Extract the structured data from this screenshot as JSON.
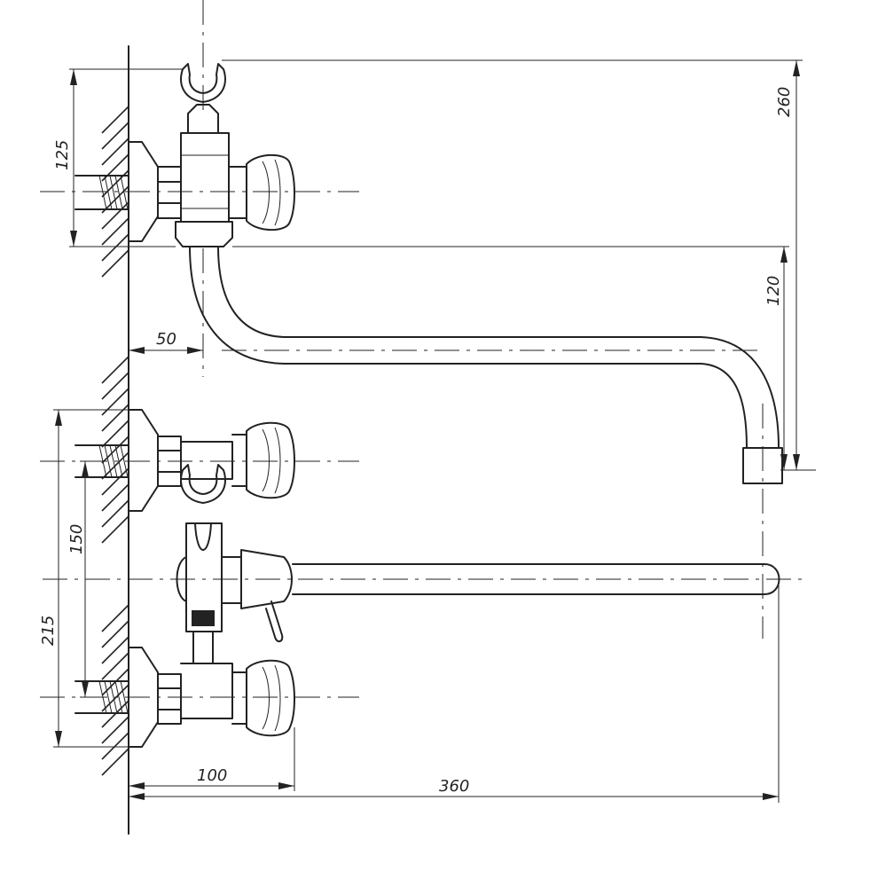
{
  "dimensions": {
    "overall_height": "260",
    "inlet_spacing_top": "125",
    "spout_drop": "120",
    "spout_offset": "50",
    "inlet_spacing_lower": "150",
    "lower_height": "215",
    "handle_reach": "100",
    "spout_length": "360"
  },
  "colors": {
    "line": "#222222",
    "background": "#ffffff"
  }
}
